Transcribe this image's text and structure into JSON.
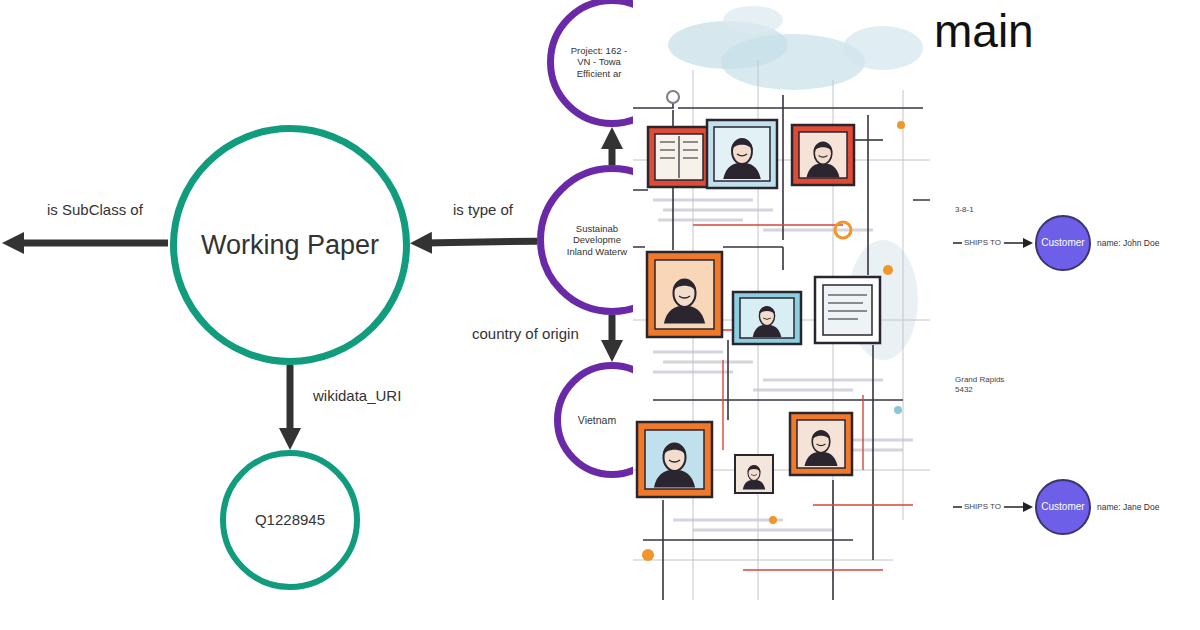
{
  "diagram": {
    "title": "main",
    "nodes": [
      {
        "text": [
          "Working Paper"
        ]
      },
      {
        "text": [
          "Q1228945"
        ]
      },
      {
        "text": [
          "Project: 162 - VN - Towa Efficient ar"
        ]
      },
      {
        "text": [
          "Sustainab Developme Inland Waterw"
        ]
      },
      {
        "text": [
          "Vietnam"
        ]
      },
      {
        "text": [
          "Customer",
          "name: John Doe"
        ]
      },
      {
        "text": [
          "Customer",
          "name: Jane Doe"
        ]
      }
    ],
    "edges": [
      {
        "from": 0,
        "to": 1,
        "label": "wikidata_URI",
        "arrow": "to"
      },
      {
        "from": 3,
        "to": 0,
        "label": "is type of",
        "arrow": "to"
      },
      {
        "from": 3,
        "to": 2,
        "arrow": "to"
      },
      {
        "from": 3,
        "to": 4,
        "label": "country of origin",
        "arrow": "to"
      }
    ],
    "labels": [
      "is SubClass of",
      "3-8-1",
      "SHIPS TO",
      "Grand Rapids",
      "5432",
      "SHIPS TO"
    ]
  }
}
